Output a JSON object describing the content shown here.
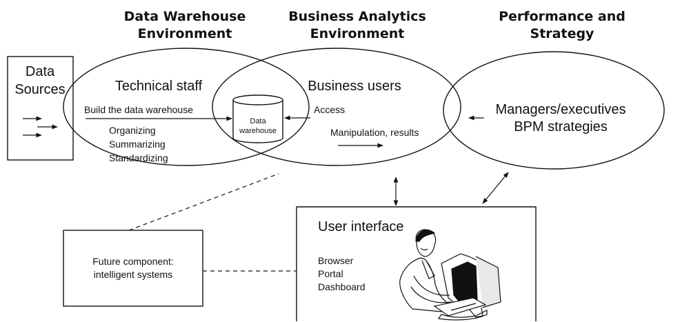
{
  "headers": {
    "data_warehouse": [
      "Data Warehouse",
      "Environment"
    ],
    "business_analytics": [
      "Business Analytics",
      "Environment"
    ],
    "performance": [
      "Performance and",
      "Strategy"
    ]
  },
  "data_sources": [
    "Data",
    "Sources"
  ],
  "dw_env": {
    "title": "Technical staff",
    "build": "Build the data warehouse",
    "tasks": [
      "Organizing",
      "Summarizing",
      "Standardizing"
    ]
  },
  "warehouse": [
    "Data",
    "warehouse"
  ],
  "ba_env": {
    "title": "Business users",
    "access": "Access",
    "manipulation": "Manipulation, results"
  },
  "perf_env": [
    "Managers/executives",
    "BPM strategies"
  ],
  "user_interface": {
    "title": "User interface",
    "items": [
      "Browser",
      "Portal",
      "Dashboard"
    ]
  },
  "future": [
    "Future component:",
    "intelligent systems"
  ]
}
